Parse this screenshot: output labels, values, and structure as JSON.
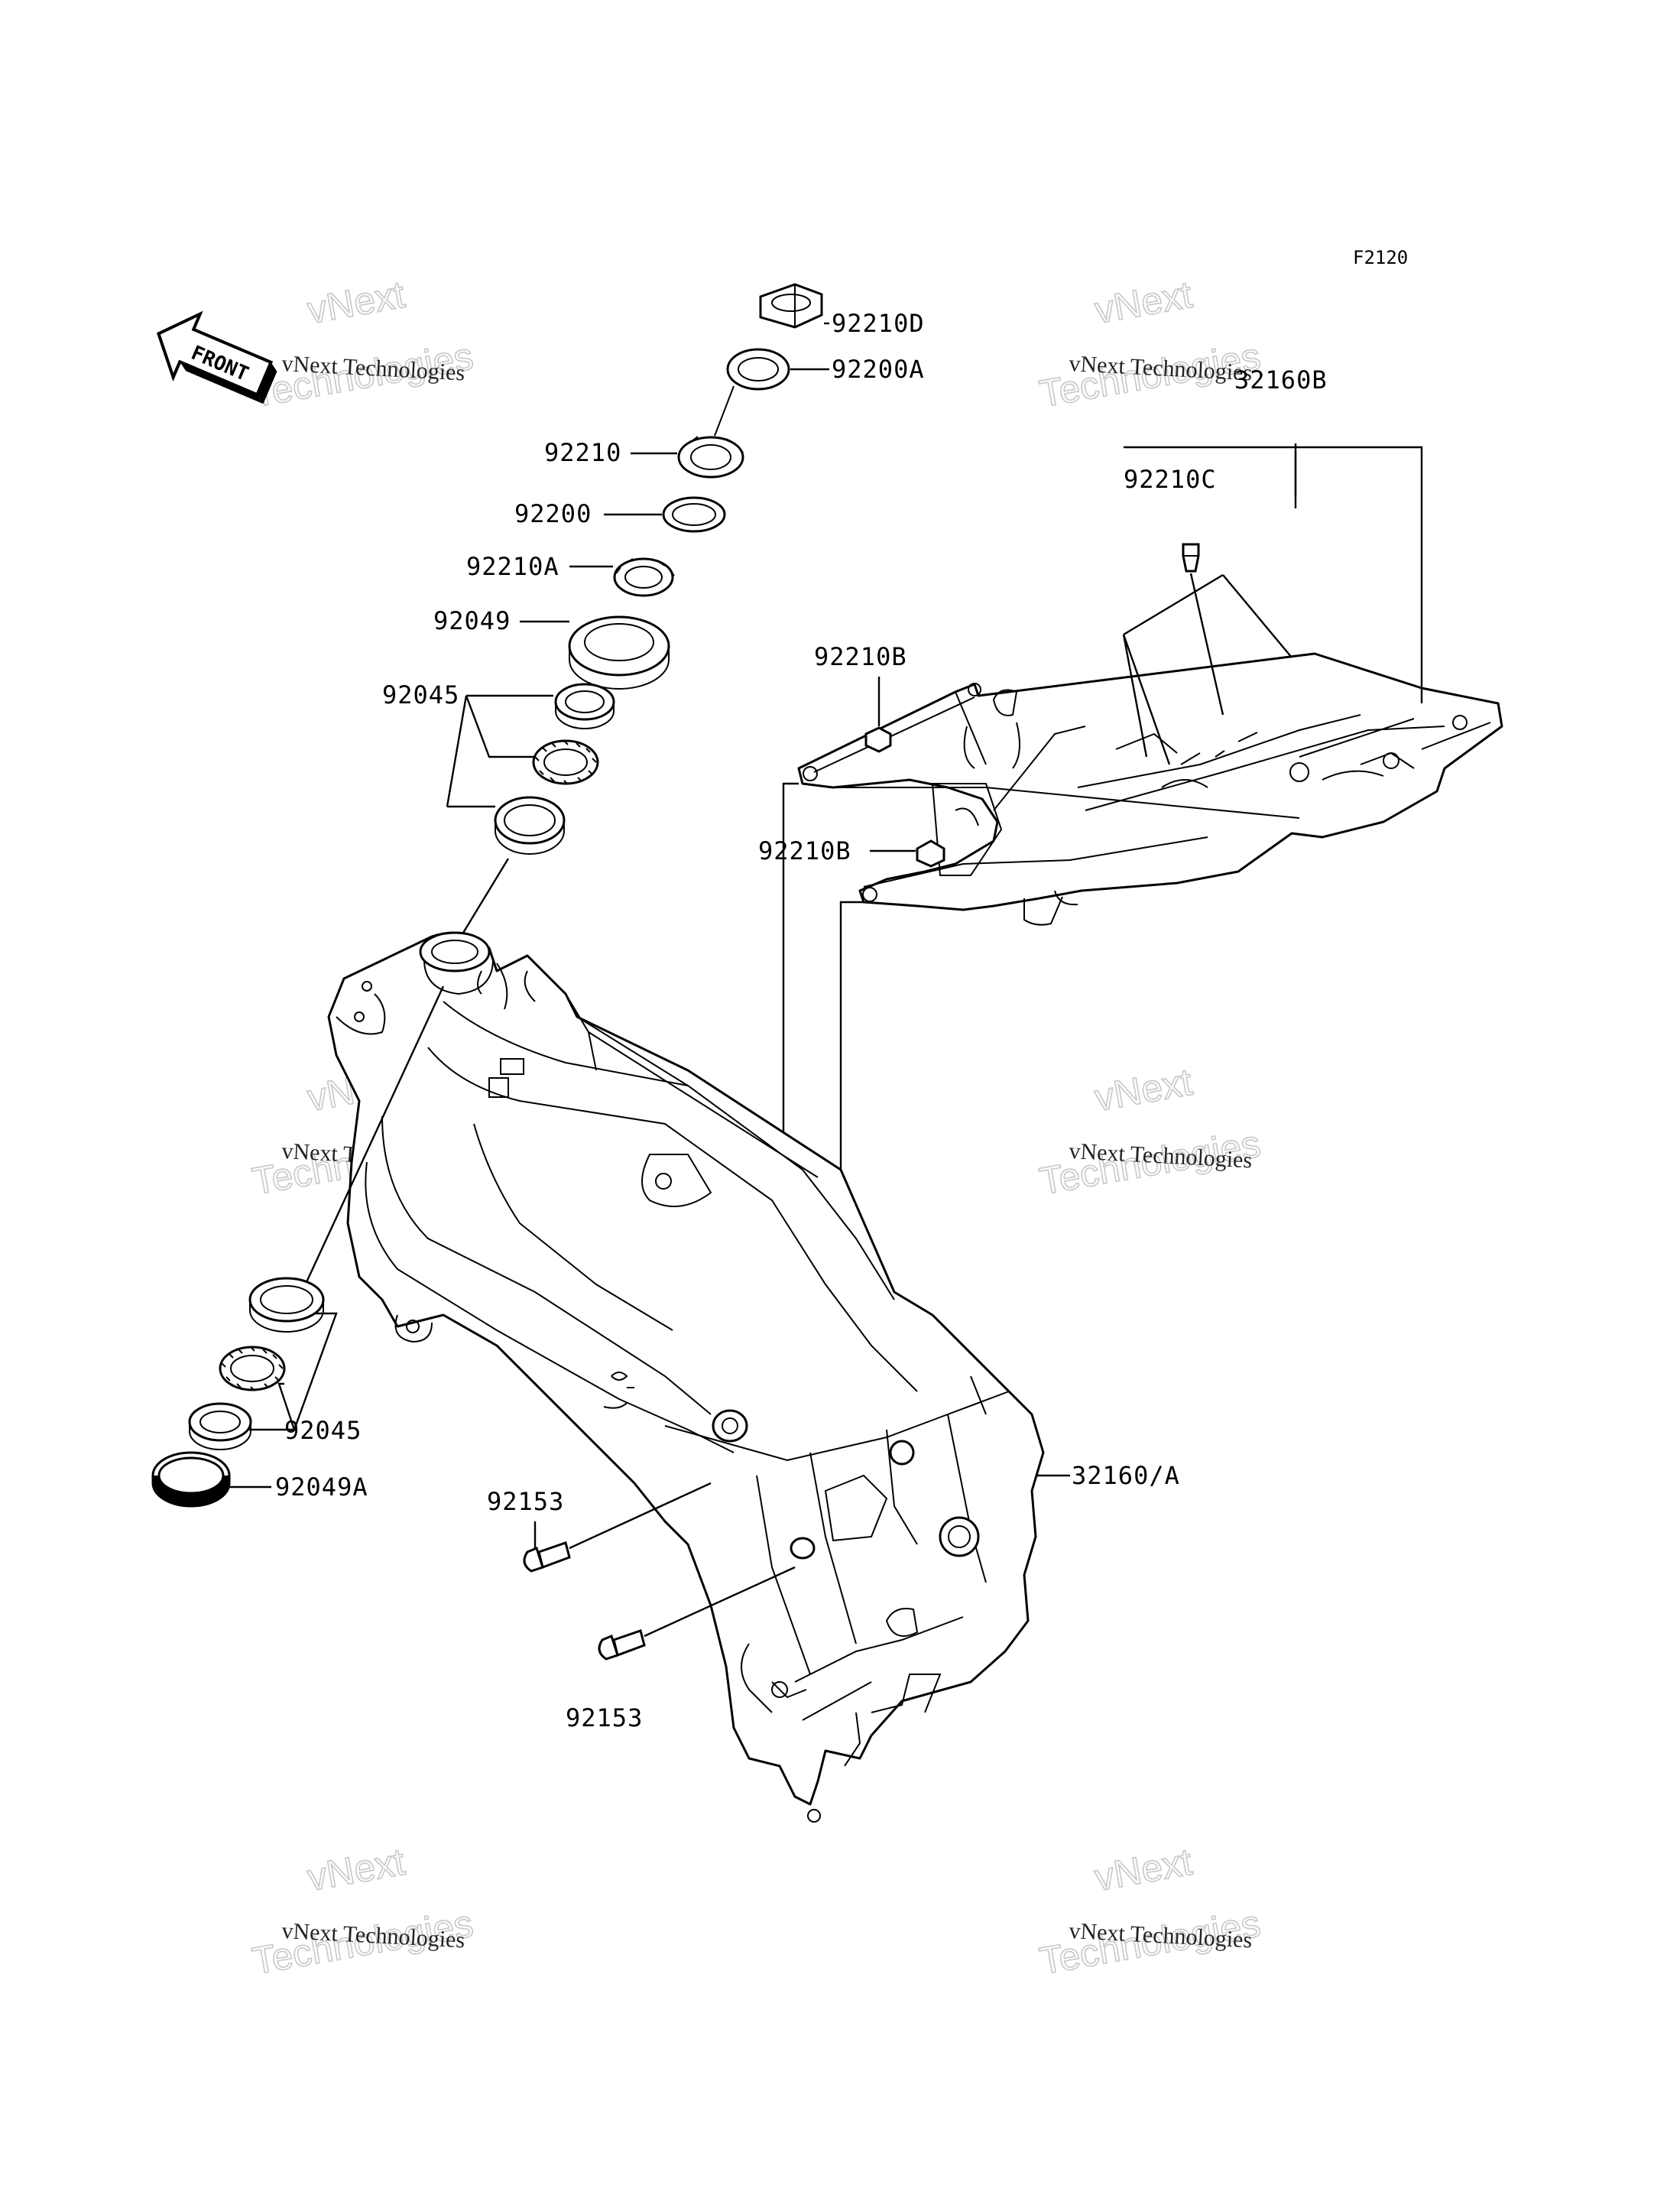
{
  "figure_id": "F2120",
  "front_arrow": {
    "text": "FRONT"
  },
  "watermark": {
    "line1": "vNext Technologies",
    "line2": "vNext",
    "line3": "Technologies"
  },
  "parts": [
    {
      "id": "p1",
      "number": "92210D"
    },
    {
      "id": "p2",
      "number": "92200A"
    },
    {
      "id": "p3",
      "number": "92210"
    },
    {
      "id": "p4",
      "number": "92200"
    },
    {
      "id": "p5",
      "number": "92210A"
    },
    {
      "id": "p6",
      "number": "92049"
    },
    {
      "id": "p7",
      "number": "92045"
    },
    {
      "id": "p8",
      "number": "92210B"
    },
    {
      "id": "p9",
      "number": "92210B"
    },
    {
      "id": "p10",
      "number": "32160B"
    },
    {
      "id": "p11",
      "number": "92210C"
    },
    {
      "id": "p12",
      "number": "92045"
    },
    {
      "id": "p13",
      "number": "92049A"
    },
    {
      "id": "p14",
      "number": "92153"
    },
    {
      "id": "p15",
      "number": "92153"
    },
    {
      "id": "p16",
      "number": "32160/A"
    }
  ]
}
